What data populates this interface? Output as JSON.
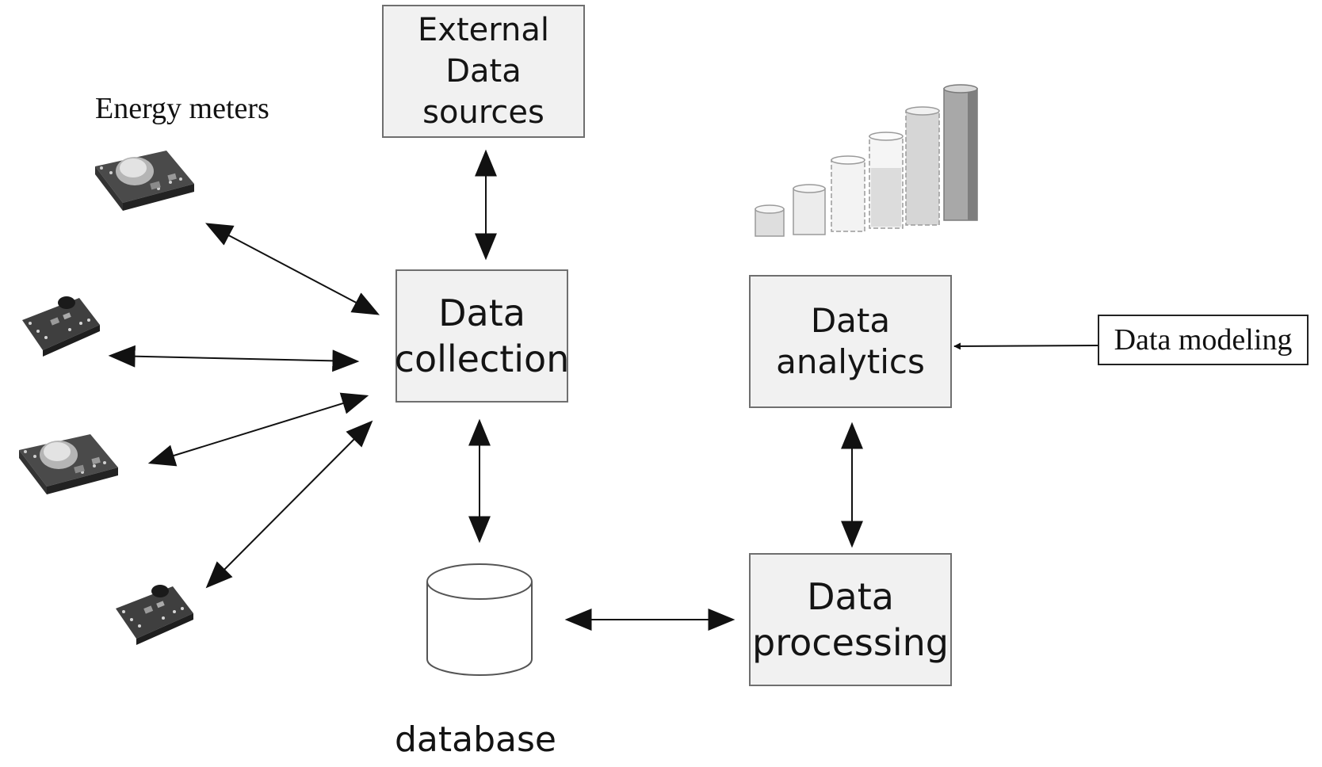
{
  "nodes": {
    "external_sources": {
      "lines": [
        "External",
        "Data",
        "sources"
      ]
    },
    "data_collection": {
      "lines": [
        "Data",
        "collection"
      ]
    },
    "data_analytics": {
      "lines": [
        "Data",
        "analytics"
      ]
    },
    "data_processing": {
      "lines": [
        "Data",
        "processing"
      ]
    },
    "database": {
      "label": "database"
    },
    "data_modeling": {
      "label": "Data modeling"
    },
    "energy_meters": {
      "label": "Energy meters",
      "count": 4
    }
  },
  "connections": [
    {
      "from": "energy-meter-1",
      "to": "data-collection",
      "direction": "both"
    },
    {
      "from": "energy-meter-2",
      "to": "data-collection",
      "direction": "both"
    },
    {
      "from": "energy-meter-3",
      "to": "data-collection",
      "direction": "both"
    },
    {
      "from": "energy-meter-4",
      "to": "data-collection",
      "direction": "both"
    },
    {
      "from": "external-data-sources",
      "to": "data-collection",
      "direction": "both"
    },
    {
      "from": "data-collection",
      "to": "database",
      "direction": "both"
    },
    {
      "from": "database",
      "to": "data-processing",
      "direction": "both"
    },
    {
      "from": "data-processing",
      "to": "data-analytics",
      "direction": "both"
    },
    {
      "from": "data-modeling",
      "to": "data-analytics",
      "direction": "forward"
    }
  ],
  "decorations": {
    "bar_chart_bars": 6,
    "bar_chart_colors": [
      "#e6e6e6",
      "#ececec",
      "#f2f2f2",
      "#f4f4f4",
      "#d8d8d8",
      "#a9a9a9"
    ]
  },
  "colors": {
    "box_fill": "#f1f1f1",
    "box_border": "#6f6f6f",
    "arrow": "#111111"
  }
}
